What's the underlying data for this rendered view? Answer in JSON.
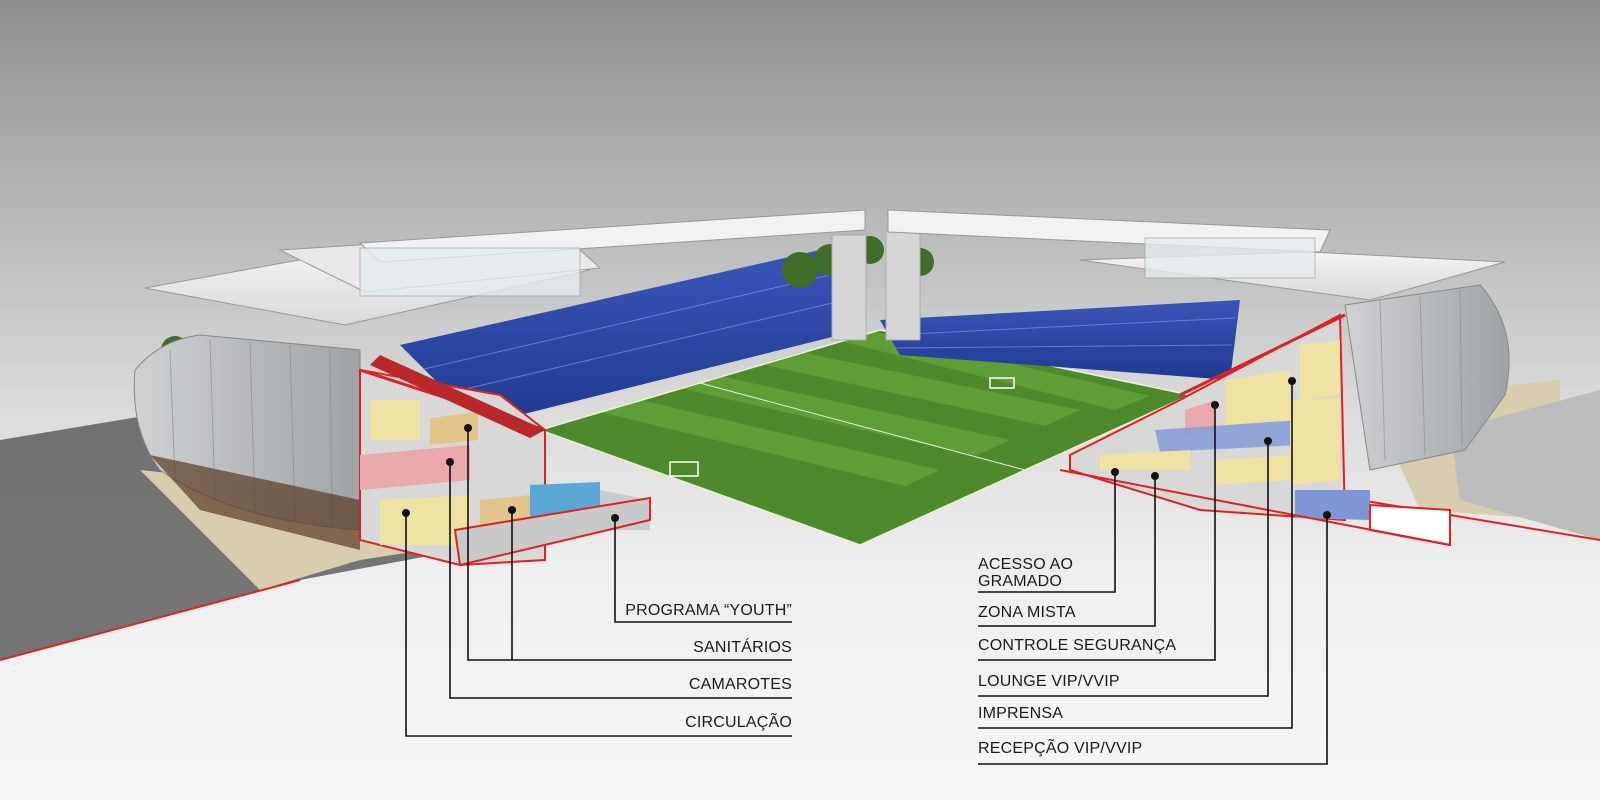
{
  "callouts_left": [
    {
      "id": "youth",
      "text": "PROGRAMA “YOUTH”"
    },
    {
      "id": "sanitarios",
      "text": "SANITÁRIOS"
    },
    {
      "id": "camarotes",
      "text": "CAMAROTES"
    },
    {
      "id": "circulacao",
      "text": "CIRCULAÇÃO"
    }
  ],
  "callouts_right": [
    {
      "id": "acesso",
      "line1": "ACESSO AO",
      "line2": "GRAMADO"
    },
    {
      "id": "zona",
      "text": "ZONA MISTA"
    },
    {
      "id": "controle",
      "text": "CONTROLE  SEGURANÇA"
    },
    {
      "id": "lounge",
      "text": "LOUNGE VIP/VVIP"
    },
    {
      "id": "imprensa",
      "text": "IMPRENSA"
    },
    {
      "id": "recepcao",
      "text": "RECEPÇÃO VIP/VVIP"
    }
  ]
}
